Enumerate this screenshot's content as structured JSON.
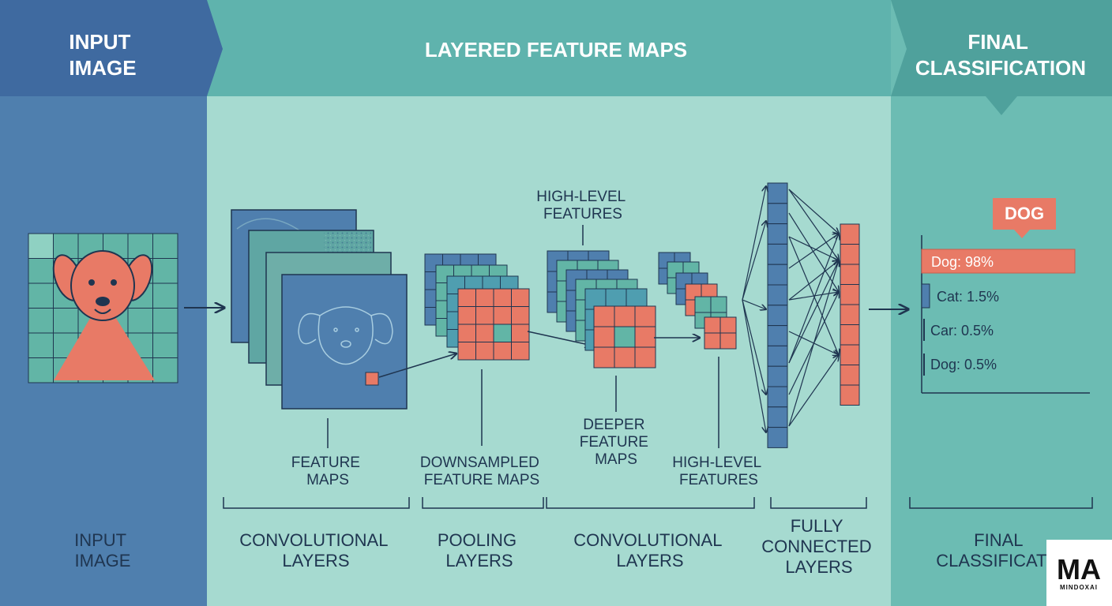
{
  "header": {
    "input": [
      "INPUT",
      "IMAGE"
    ],
    "middle": "LAYERED FEATURE MAPS",
    "final": [
      "FINAL",
      "CLASSIFICATION"
    ]
  },
  "labels": {
    "high_level_top": [
      "HIGH-LEVEL",
      "FEATURES"
    ],
    "feature_maps": [
      "FEATURE",
      "MAPS"
    ],
    "downsampled": [
      "DOWNSAMPLED",
      "FEATURE MAPS"
    ],
    "deeper": [
      "DEEPER",
      "FEATURE",
      "MAPS"
    ],
    "high_level_bottom": [
      "HIGH-LEVEL",
      "FEATURES"
    ]
  },
  "stages": {
    "input": [
      "INPUT",
      "IMAGE"
    ],
    "conv1": [
      "CONVOLUTIONAL",
      "LAYERS"
    ],
    "pool": [
      "POOLING",
      "LAYERS"
    ],
    "conv2": [
      "CONVOLUTIONAL",
      "LAYERS"
    ],
    "fc": [
      "FULLY",
      "CONNECTED",
      "LAYERS"
    ],
    "final": [
      "FINAL",
      "CLASSIFICATIO"
    ]
  },
  "classification": {
    "callout": "DOG",
    "results": [
      {
        "label": "Dog: 98%",
        "value": 98
      },
      {
        "label": "Cat: 1.5%",
        "value": 1.5
      },
      {
        "label": "Car: 0.5%",
        "value": 0.5
      },
      {
        "label": "Dog: 0.5%",
        "value": 0.5
      }
    ]
  },
  "watermark": {
    "mark": "MA",
    "text": "MINDOXAI"
  },
  "colors": {
    "blue_dark": "#3f6aa0",
    "blue_panel": "#4f7fae",
    "teal_header": "#5fb3ad",
    "teal_light": "#a6dad0",
    "teal_right": "#6cbcb3",
    "teal_cell": "#62b5a6",
    "salmon": "#e87a66",
    "ink": "#1f3550"
  }
}
